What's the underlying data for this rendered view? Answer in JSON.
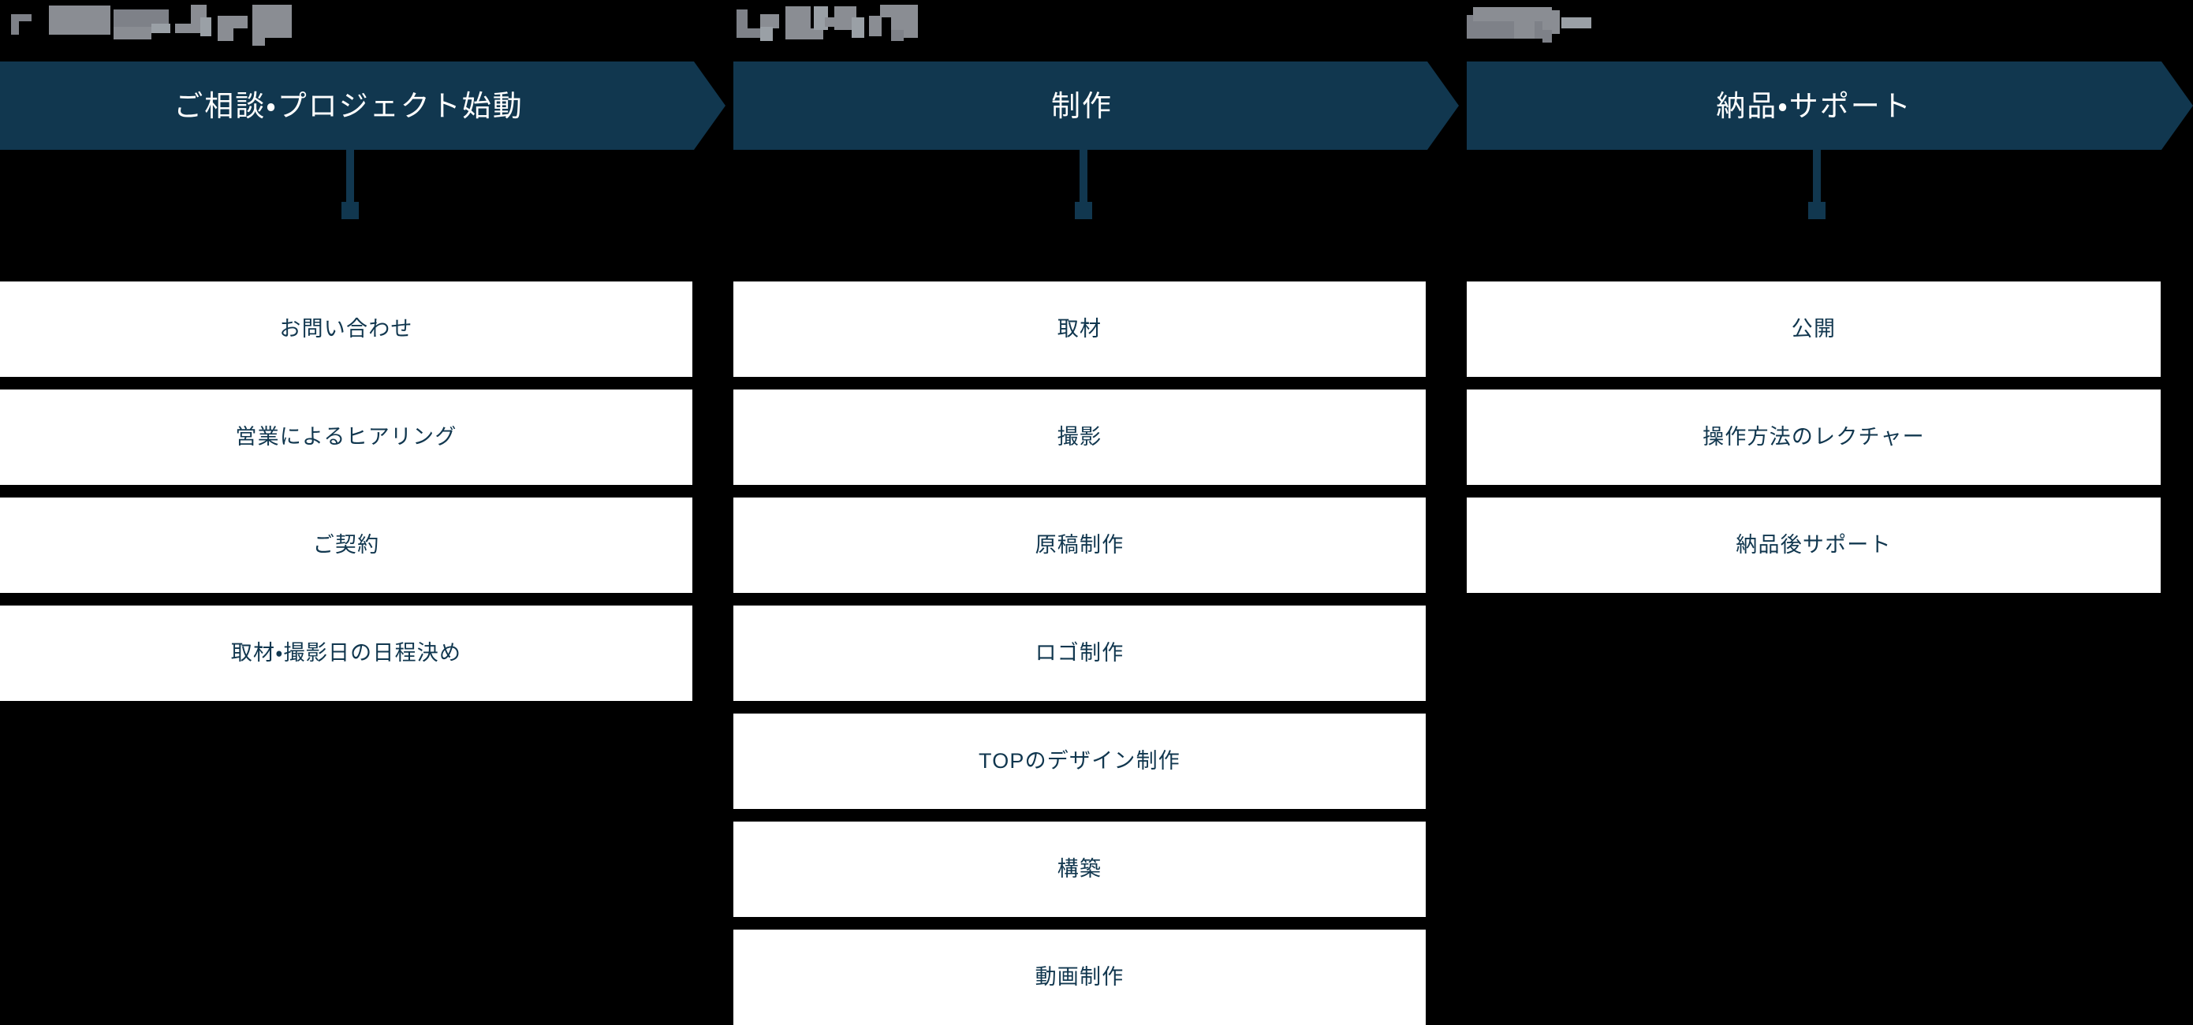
{
  "diagram": {
    "type": "process-flow",
    "background_color": "#000000",
    "accent_color": "#11374f",
    "card_background_color": "#ffffff",
    "card_text_color": "#11374f",
    "banner_text_color": "#ffffff",
    "redaction_color": "#8a8d93",
    "stages": [
      {
        "id": "stage-1",
        "top_label": {
          "text": "",
          "redacted": true,
          "note": "pixelated / redacted label"
        },
        "banner_label": "ご相談・プロジェクト始動",
        "steps": [
          "お問い合わせ",
          "営業によるヒアリング",
          "ご契約",
          "取材・撮影日の日程決め"
        ]
      },
      {
        "id": "stage-2",
        "top_label": {
          "text": "",
          "redacted": true,
          "note": "pixelated / redacted label"
        },
        "banner_label": "制作",
        "steps": [
          "取材",
          "撮影",
          "原稿制作",
          "ロゴ制作",
          "TOPのデザイン制作",
          "構築",
          "動画制作"
        ]
      },
      {
        "id": "stage-3",
        "top_label": {
          "text": "",
          "redacted": true,
          "note": "pixelated / redacted label"
        },
        "banner_label": "納品・サポート",
        "steps": [
          "公開",
          "操作方法のレクチャー",
          "納品後サポート"
        ]
      }
    ]
  }
}
